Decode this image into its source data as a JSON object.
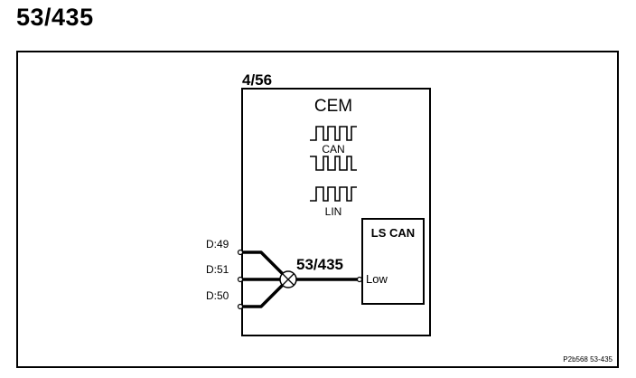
{
  "page_title": "53/435",
  "module": {
    "id": "4/56",
    "name": "CEM",
    "signals": [
      "CAN",
      "LIN"
    ]
  },
  "subunit": {
    "name": "LS CAN",
    "pin": "Low"
  },
  "connector": {
    "id": "53/435",
    "pins": [
      "D:49",
      "D:51",
      "D:50"
    ]
  },
  "reference": "P2b568  53-435"
}
